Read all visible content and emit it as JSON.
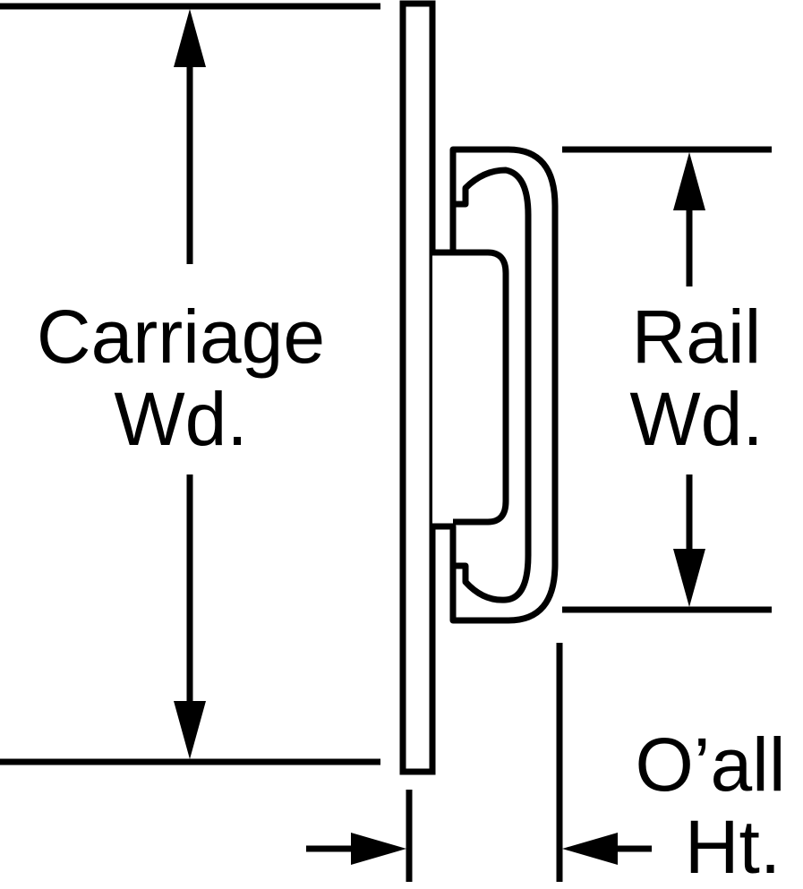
{
  "diagram": {
    "labels": {
      "carriage": {
        "line1": "Carriage",
        "line2": "Wd."
      },
      "rail": {
        "line1": "Rail",
        "line2": "Wd."
      },
      "overall": {
        "line1": "O’all",
        "line2": "Ht."
      }
    },
    "colors": {
      "stroke": "#000000",
      "background": "#ffffff"
    }
  }
}
